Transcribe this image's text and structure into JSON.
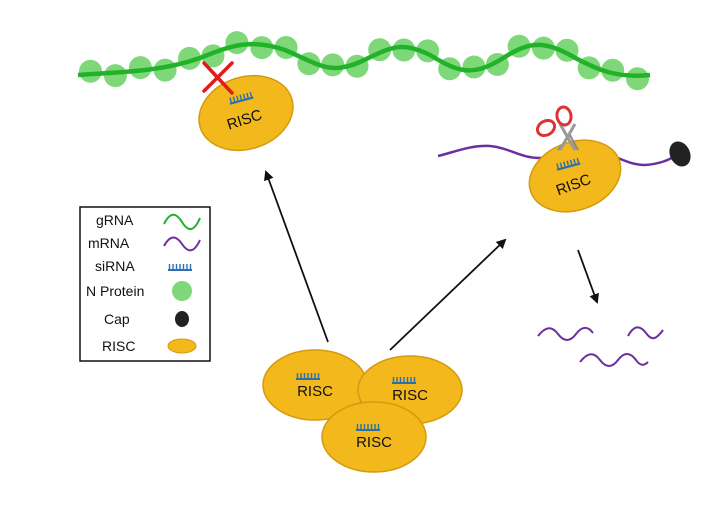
{
  "risc_label": "RISC",
  "legend": {
    "items": [
      {
        "label": "gRNA",
        "symbol": "green-wave-icon"
      },
      {
        "label": "mRNA",
        "symbol": "purple-wave-icon"
      },
      {
        "label": "siRNA",
        "symbol": "sirna-comb-icon"
      },
      {
        "label": "N Protein",
        "symbol": "green-circle-icon"
      },
      {
        "label": "Cap",
        "symbol": "black-circle-icon"
      },
      {
        "label": "RISC",
        "symbol": "yellow-ellipse-icon"
      }
    ]
  },
  "colors": {
    "grna": "#22b22a",
    "n_protein": "#7ed87a",
    "mrna": "#6b2fa0",
    "risc_fill": "#f2b81c",
    "risc_stroke": "#d49a10",
    "sirna": "#2a6fb0",
    "blocked_x": "#e31a1a",
    "cap": "#222222",
    "scissors": "#d93535"
  }
}
